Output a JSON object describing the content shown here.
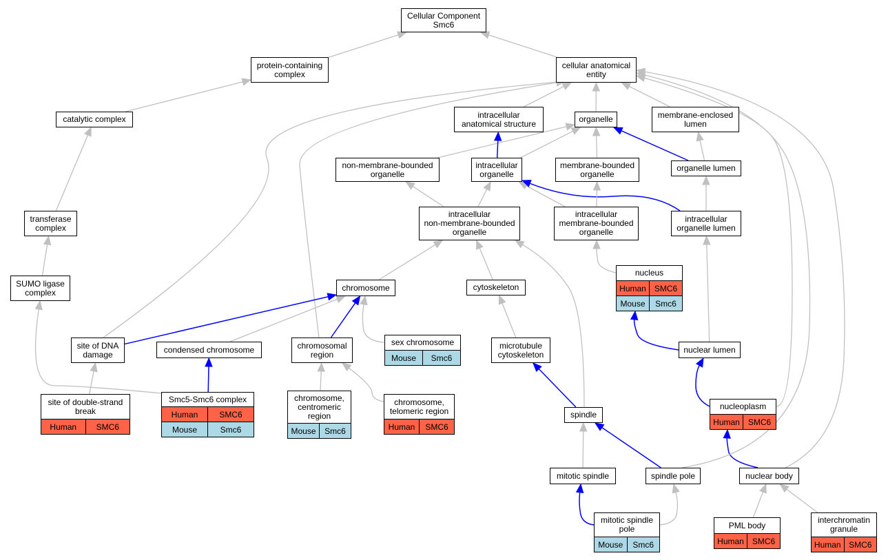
{
  "colors": {
    "edge_grey": "#c0c0c0",
    "edge_blue": "#0000ff",
    "human_fill": "#ff6347",
    "mouse_fill": "#add8e6"
  },
  "nodes": [
    {
      "id": "root",
      "label": "Cellular Component\nSmc6"
    },
    {
      "id": "protein_complex",
      "label": "protein-containing\ncomplex"
    },
    {
      "id": "cae",
      "label": "cellular anatomical\nentity"
    },
    {
      "id": "catalytic",
      "label": "catalytic complex"
    },
    {
      "id": "ias",
      "label": "intracellular\nanatomical structure"
    },
    {
      "id": "organelle",
      "label": "organelle"
    },
    {
      "id": "mel",
      "label": "membrane-enclosed\nlumen"
    },
    {
      "id": "nmbo",
      "label": "non-membrane-bounded\norganelle"
    },
    {
      "id": "io",
      "label": "intracellular\norganelle"
    },
    {
      "id": "mbo",
      "label": "membrane-bounded\norganelle"
    },
    {
      "id": "ol",
      "label": "organelle lumen"
    },
    {
      "id": "transferase",
      "label": "transferase\ncomplex"
    },
    {
      "id": "inmbo",
      "label": "intracellular\nnon-membrane-bounded\norganelle"
    },
    {
      "id": "imbo",
      "label": "intracellular\nmembrane-bounded\norganelle"
    },
    {
      "id": "iol",
      "label": "intracellular\norganelle lumen"
    },
    {
      "id": "sumo",
      "label": "SUMO ligase\ncomplex"
    },
    {
      "id": "chromosome",
      "label": "chromosome"
    },
    {
      "id": "cytoskeleton",
      "label": "cytoskeleton"
    },
    {
      "id": "nucleus",
      "label": "nucleus",
      "rows": [
        [
          [
            "Human",
            "h"
          ],
          [
            "SMC6",
            "h"
          ]
        ],
        [
          [
            "Mouse",
            "m"
          ],
          [
            "Smc6",
            "m"
          ]
        ]
      ]
    },
    {
      "id": "sdd",
      "label": "site of DNA\ndamage"
    },
    {
      "id": "condensed",
      "label": "condensed chromosome"
    },
    {
      "id": "chrreg",
      "label": "chromosomal\nregion"
    },
    {
      "id": "sexchr",
      "label": "sex chromosome",
      "rows": [
        [
          [
            "Mouse",
            "m"
          ],
          [
            "Smc6",
            "m"
          ]
        ]
      ]
    },
    {
      "id": "mtc",
      "label": "microtubule\ncytoskeleton"
    },
    {
      "id": "nuclumen",
      "label": "nuclear lumen"
    },
    {
      "id": "dsb",
      "label": "site of double-strand\nbreak",
      "rows": [
        [
          [
            "Human",
            "h"
          ],
          [
            "SMC6",
            "h"
          ]
        ]
      ]
    },
    {
      "id": "smc56",
      "label": "Smc5-Smc6 complex",
      "rows": [
        [
          [
            "Human",
            "h"
          ],
          [
            "SMC6",
            "h"
          ]
        ],
        [
          [
            "Mouse",
            "m"
          ],
          [
            "Smc6",
            "m"
          ]
        ]
      ]
    },
    {
      "id": "centro",
      "label": "chromosome,\ncentromeric\nregion",
      "rows": [
        [
          [
            "Mouse",
            "m"
          ],
          [
            "Smc6",
            "m"
          ]
        ]
      ]
    },
    {
      "id": "telo",
      "label": "chromosome,\ntelomeric region",
      "rows": [
        [
          [
            "Human",
            "h"
          ],
          [
            "SMC6",
            "h"
          ]
        ]
      ]
    },
    {
      "id": "spindle",
      "label": "spindle"
    },
    {
      "id": "nucleoplasm",
      "label": "nucleoplasm",
      "rows": [
        [
          [
            "Human",
            "h"
          ],
          [
            "SMC6",
            "h"
          ]
        ]
      ]
    },
    {
      "id": "mitspindle",
      "label": "mitotic spindle"
    },
    {
      "id": "spole",
      "label": "spindle pole"
    },
    {
      "id": "nbody",
      "label": "nuclear body"
    },
    {
      "id": "msp",
      "label": "mitotic spindle\npole",
      "rows": [
        [
          [
            "Mouse",
            "m"
          ],
          [
            "Smc6",
            "m"
          ]
        ]
      ]
    },
    {
      "id": "pml",
      "label": "PML body",
      "rows": [
        [
          [
            "Human",
            "h"
          ],
          [
            "SMC6",
            "h"
          ]
        ]
      ]
    },
    {
      "id": "icg",
      "label": "interchromatin\ngranule",
      "rows": [
        [
          [
            "Human",
            "h"
          ],
          [
            "SMC6",
            "h"
          ]
        ]
      ]
    }
  ],
  "edges": [
    {
      "from": "protein_complex",
      "to": "root",
      "color": "grey"
    },
    {
      "from": "cae",
      "to": "root",
      "color": "grey"
    },
    {
      "from": "catalytic",
      "to": "protein_complex",
      "color": "grey"
    },
    {
      "from": "ias",
      "to": "cae",
      "color": "grey"
    },
    {
      "from": "organelle",
      "to": "cae",
      "color": "grey"
    },
    {
      "from": "mel",
      "to": "cae",
      "color": "grey"
    },
    {
      "from": "io",
      "to": "ias",
      "color": "blue"
    },
    {
      "from": "io",
      "to": "organelle",
      "color": "grey"
    },
    {
      "from": "nmbo",
      "to": "organelle",
      "color": "grey"
    },
    {
      "from": "mbo",
      "to": "organelle",
      "color": "grey"
    },
    {
      "from": "ol",
      "to": "organelle",
      "color": "blue"
    },
    {
      "from": "ol",
      "to": "mel",
      "color": "grey"
    },
    {
      "from": "transferase",
      "to": "catalytic",
      "color": "grey"
    },
    {
      "from": "inmbo",
      "to": "nmbo",
      "color": "grey"
    },
    {
      "from": "inmbo",
      "to": "io",
      "color": "grey"
    },
    {
      "from": "imbo",
      "to": "io",
      "color": "grey"
    },
    {
      "from": "imbo",
      "to": "mbo",
      "color": "grey"
    },
    {
      "from": "iol",
      "to": "io",
      "color": "blue"
    },
    {
      "from": "iol",
      "to": "ol",
      "color": "grey"
    },
    {
      "from": "sumo",
      "to": "transferase",
      "color": "grey"
    },
    {
      "from": "chromosome",
      "to": "inmbo",
      "color": "grey"
    },
    {
      "from": "cytoskeleton",
      "to": "inmbo",
      "color": "grey"
    },
    {
      "from": "nucleus",
      "to": "imbo",
      "color": "grey"
    },
    {
      "from": "sdd",
      "to": "cae",
      "color": "grey"
    },
    {
      "from": "sdd",
      "to": "chromosome",
      "color": "blue"
    },
    {
      "from": "condensed",
      "to": "chromosome",
      "color": "grey"
    },
    {
      "from": "chrreg",
      "to": "chromosome",
      "color": "blue"
    },
    {
      "from": "chrreg",
      "to": "cae",
      "color": "grey"
    },
    {
      "from": "sexchr",
      "to": "chromosome",
      "color": "grey"
    },
    {
      "from": "mtc",
      "to": "cytoskeleton",
      "color": "grey"
    },
    {
      "from": "nuclumen",
      "to": "nucleus",
      "color": "blue"
    },
    {
      "from": "nuclumen",
      "to": "iol",
      "color": "grey"
    },
    {
      "from": "dsb",
      "to": "sdd",
      "color": "grey"
    },
    {
      "from": "smc56",
      "to": "condensed",
      "color": "blue"
    },
    {
      "from": "smc56",
      "to": "sumo",
      "color": "grey"
    },
    {
      "from": "centro",
      "to": "chrreg",
      "color": "grey"
    },
    {
      "from": "telo",
      "to": "chrreg",
      "color": "grey"
    },
    {
      "from": "spindle",
      "to": "mtc",
      "color": "blue"
    },
    {
      "from": "spindle",
      "to": "inmbo",
      "color": "grey"
    },
    {
      "from": "nucleoplasm",
      "to": "nuclumen",
      "color": "blue"
    },
    {
      "from": "nucleoplasm",
      "to": "cae",
      "color": "grey"
    },
    {
      "from": "mitspindle",
      "to": "spindle",
      "color": "grey"
    },
    {
      "from": "spole",
      "to": "spindle",
      "color": "blue"
    },
    {
      "from": "spole",
      "to": "cae",
      "color": "grey"
    },
    {
      "from": "nbody",
      "to": "nucleoplasm",
      "color": "blue"
    },
    {
      "from": "nbody",
      "to": "cae",
      "color": "grey"
    },
    {
      "from": "msp",
      "to": "mitspindle",
      "color": "blue"
    },
    {
      "from": "msp",
      "to": "spole",
      "color": "grey"
    },
    {
      "from": "pml",
      "to": "nbody",
      "color": "grey"
    },
    {
      "from": "icg",
      "to": "nbody",
      "color": "grey"
    }
  ]
}
